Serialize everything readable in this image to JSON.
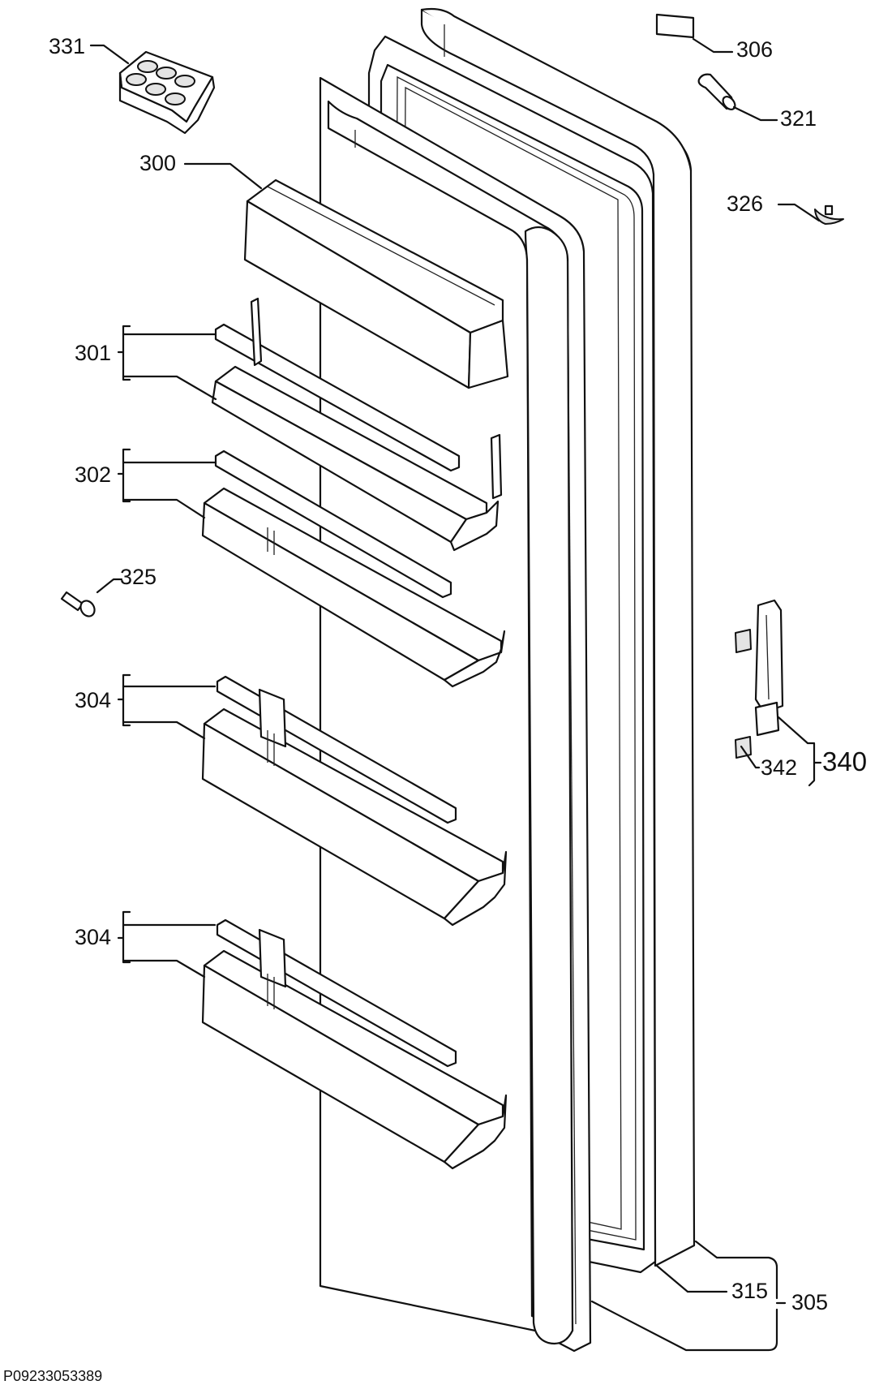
{
  "labels": {
    "p331": "331",
    "p306": "306",
    "p321": "321",
    "p300": "300",
    "p326": "326",
    "p301": "301",
    "p302": "302",
    "p325": "325",
    "p304a": "304",
    "p342": "342",
    "p340": "340",
    "p304b": "304",
    "p315": "315",
    "p305": "305"
  },
  "drawing_code": "P09233053389"
}
